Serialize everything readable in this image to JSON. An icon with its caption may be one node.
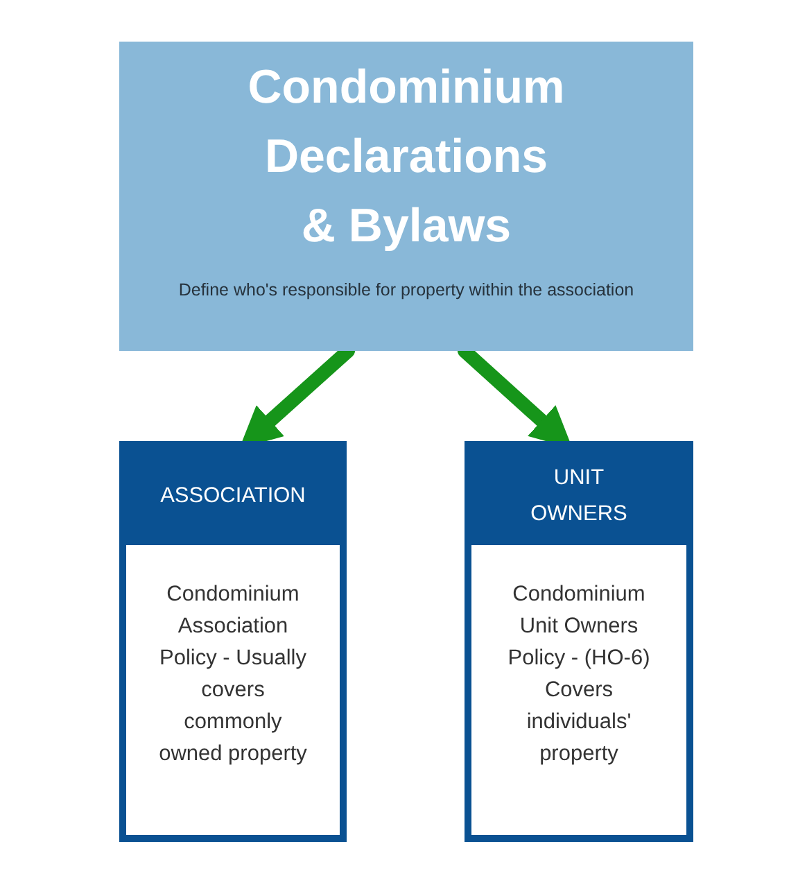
{
  "diagram": {
    "nodes": [
      {
        "text": [
          "Condominium Declarations & Bylaws",
          "Define who's responsible for property within the association"
        ]
      },
      {
        "text": [
          "ASSOCIATION",
          "Condominium Association Policy - Usually covers commonly owned property"
        ]
      },
      {
        "text": [
          "UNIT OWNERS",
          "Condominium Unit Owners Policy - (HO-6) Covers individuals' property"
        ]
      }
    ],
    "edges": [
      {
        "from": 0,
        "to": 1,
        "arrow": "to",
        "color": "#16951a"
      },
      {
        "from": 0,
        "to": 2,
        "arrow": "to",
        "color": "#16951a"
      }
    ]
  }
}
